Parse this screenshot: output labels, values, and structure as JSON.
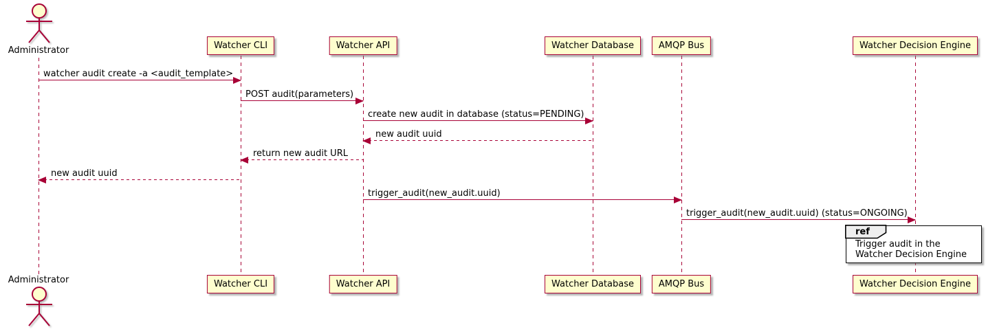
{
  "diagram_type": "sequence",
  "colors": {
    "accent": "#A80036",
    "participant_fill": "#FEFECE",
    "ref_border": "#000000",
    "ref_header_fill": "#EEEEEE",
    "background": "#FFFFFF"
  },
  "participants": [
    {
      "label": "Administrator",
      "type": "actor"
    },
    {
      "label": "Watcher CLI",
      "type": "participant"
    },
    {
      "label": "Watcher API",
      "type": "participant"
    },
    {
      "label": "Watcher Database",
      "type": "participant"
    },
    {
      "label": "AMQP Bus",
      "type": "participant"
    },
    {
      "label": "Watcher Decision Engine",
      "type": "participant"
    }
  ],
  "messages": [
    {
      "label": "watcher audit create -a <audit_template>",
      "from": "Administrator",
      "to": "Watcher CLI",
      "line": "solid",
      "direction": "right"
    },
    {
      "label": "POST audit(parameters)",
      "from": "Watcher CLI",
      "to": "Watcher API",
      "line": "solid",
      "direction": "right"
    },
    {
      "label": "create new audit in database (status=PENDING)",
      "from": "Watcher API",
      "to": "Watcher Database",
      "line": "solid",
      "direction": "right"
    },
    {
      "label": "new audit uuid",
      "from": "Watcher Database",
      "to": "Watcher API",
      "line": "dashed",
      "direction": "left"
    },
    {
      "label": "return new audit URL",
      "from": "Watcher API",
      "to": "Watcher CLI",
      "line": "dashed",
      "direction": "left"
    },
    {
      "label": "new audit uuid",
      "from": "Watcher CLI",
      "to": "Administrator",
      "line": "dashed",
      "direction": "left"
    },
    {
      "label": "trigger_audit(new_audit.uuid)",
      "from": "Watcher API",
      "to": "AMQP Bus",
      "line": "solid",
      "direction": "right"
    },
    {
      "label": "trigger_audit(new_audit.uuid) (status=ONGOING)",
      "from": "AMQP Bus",
      "to": "Watcher Decision Engine",
      "line": "solid",
      "direction": "right"
    }
  ],
  "ref": {
    "keyword": "ref",
    "line1": "Trigger audit in the",
    "line2": "Watcher Decision Engine",
    "over": "Watcher Decision Engine"
  }
}
